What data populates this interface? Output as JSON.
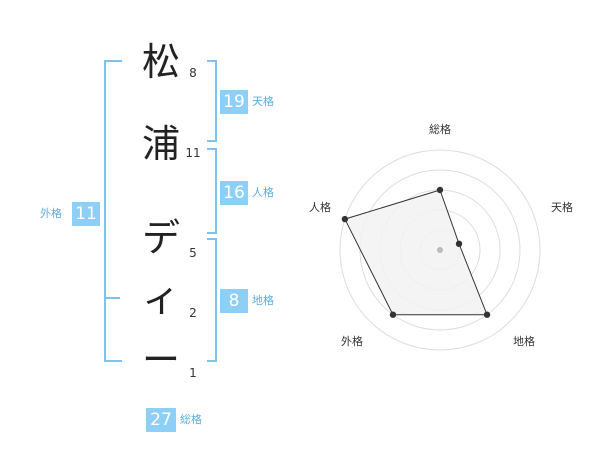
{
  "characters": [
    {
      "char": "松",
      "strokes": "8"
    },
    {
      "char": "浦",
      "strokes": "11"
    },
    {
      "char": "デ",
      "strokes": "5"
    },
    {
      "char": "ィ",
      "strokes": "2"
    },
    {
      "char": "ー",
      "strokes": "1"
    }
  ],
  "fortunes": {
    "ten": {
      "value": "19",
      "label": "天格"
    },
    "jin": {
      "value": "16",
      "label": "人格"
    },
    "chi": {
      "value": "8",
      "label": "地格"
    },
    "gai": {
      "value": "11",
      "label": "外格"
    },
    "sou": {
      "value": "27",
      "label": "総格"
    }
  },
  "radar": {
    "axes": [
      "総格",
      "天格",
      "地格",
      "外格",
      "人格"
    ],
    "levels": [
      3,
      1,
      4,
      4,
      5
    ],
    "max": 5,
    "colors": {
      "fill": "#f2f2f2",
      "stroke": "#333333",
      "rings": "#dddddd",
      "center": "#bbbbbb"
    }
  }
}
